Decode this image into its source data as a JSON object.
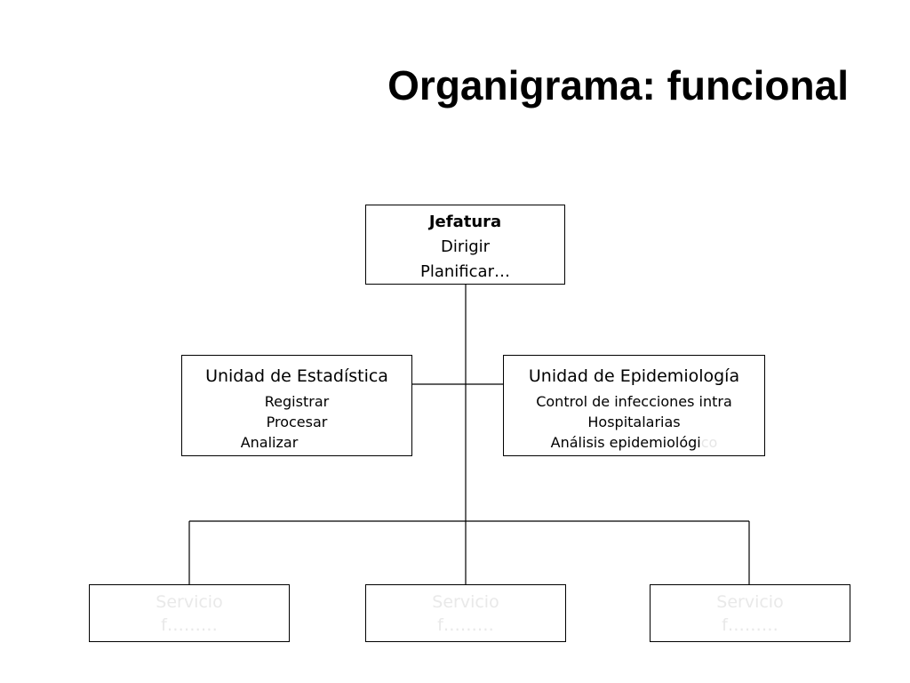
{
  "title": "Organigrama: funcional",
  "jefatura": {
    "head": "Jefatura",
    "lines": [
      "Dirigir",
      "Planificar…"
    ]
  },
  "estadistica": {
    "head": "Unidad de Estadística",
    "lines": [
      "Registrar",
      "Procesar",
      "Analizar"
    ]
  },
  "epidemiologia": {
    "head": "Unidad de Epidemiología",
    "lines": [
      "Control de infecciones intra",
      "Hospitalarias"
    ],
    "last_visible": "Análisis epidemiológi",
    "last_faded": "co"
  },
  "servicios": [
    {
      "line1": "Servicio",
      "line2": "f………"
    },
    {
      "line1": "Servicio",
      "line2": "f………"
    },
    {
      "line1": "Servicio",
      "line2": "f………"
    }
  ]
}
